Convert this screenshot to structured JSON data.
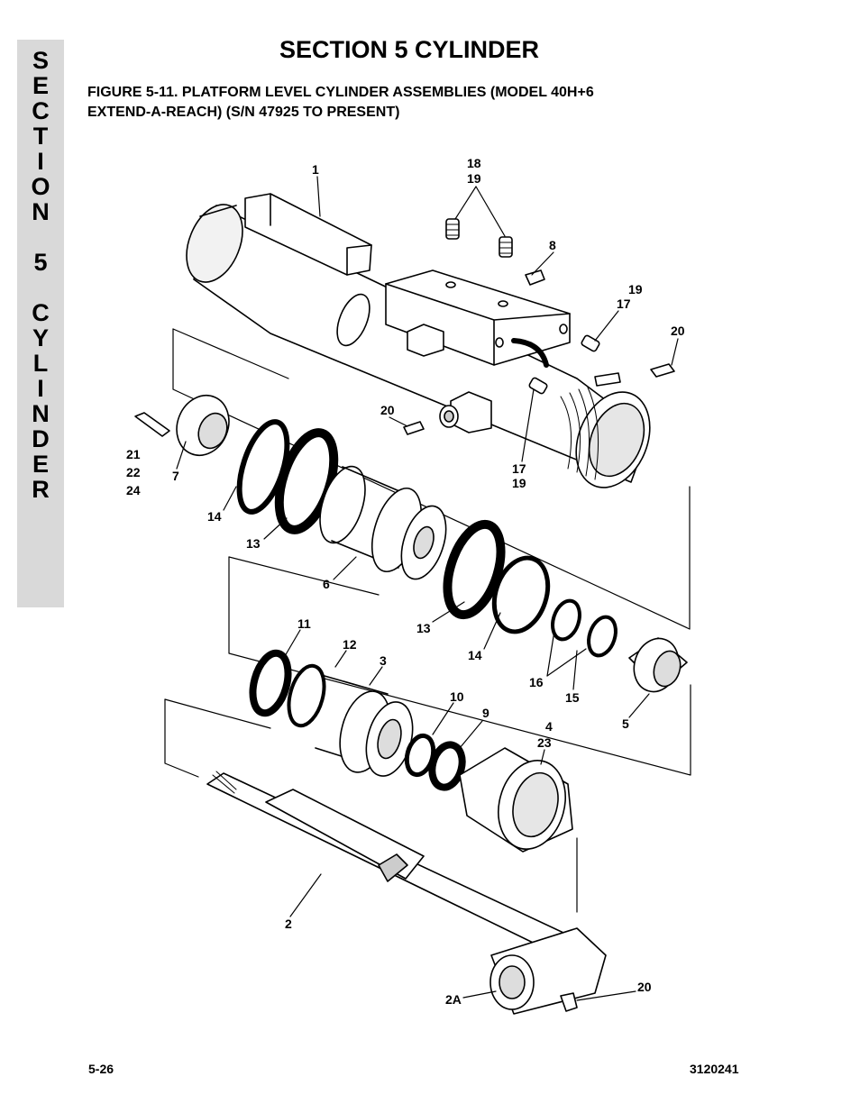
{
  "side_tab": {
    "letters": [
      "S",
      "E",
      "C",
      "T",
      "I",
      "O",
      "N",
      "5",
      "C",
      "Y",
      "L",
      "I",
      "N",
      "D",
      "E",
      "R"
    ]
  },
  "header": {
    "title": "SECTION 5  CYLINDER"
  },
  "figure": {
    "title_line1": "FIGURE 5-11.  PLATFORM LEVEL CYLINDER ASSEMBLIES (MODEL 40H+6",
    "title_line2": "EXTEND-A-REACH) (S/N 47925 TO PRESENT)",
    "callouts": {
      "c1": "1",
      "c18": "18",
      "c19a": "19",
      "c8": "8",
      "c19b": "19",
      "c17a": "17",
      "c20a": "20",
      "c20b": "20",
      "c17b": "17",
      "c19c": "19",
      "c21": "21",
      "c22": "22",
      "c24": "24",
      "c7": "7",
      "c14a": "14",
      "c13a": "13",
      "c6": "6",
      "c13b": "13",
      "c14b": "14",
      "c16": "16",
      "c15": "15",
      "c5": "5",
      "c11": "11",
      "c12": "12",
      "c3": "3",
      "c10": "10",
      "c9": "9",
      "c4": "4",
      "c23": "23",
      "c2": "2",
      "c2A": "2A",
      "c20c": "20"
    }
  },
  "footer": {
    "page_number": "5-26",
    "doc_number": "3120241"
  }
}
